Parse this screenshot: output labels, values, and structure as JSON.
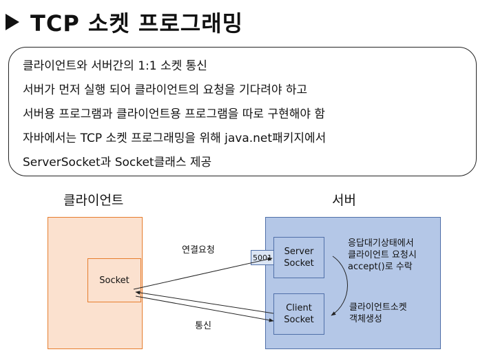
{
  "title": "TCP 소켓 프로그래밍",
  "summary": [
    "클라이언트와 서버간의 1:1 소켓 통신",
    "서버가 먼저 실행 되어 클라이언트의 요청을 기다려야 하고",
    "서버용 프로그램과 클라이언트용 프로그램을 따로 구현해야 함",
    "자바에서는 TCP 소켓 프로그래밍을 위해 java.net패키지에서",
    "ServerSocket과 Socket클래스 제공"
  ],
  "diagram": {
    "client_label": "클라이언트",
    "server_label": "서버",
    "client_socket": "Socket",
    "server_socket": [
      "Server",
      "Socket"
    ],
    "client_socket_server_side": [
      "Client",
      "Socket"
    ],
    "port": "5001",
    "request_label": "연결요청",
    "comm_label": "통신",
    "accept_note": [
      "응답대기상태에서",
      "클라이언트 요청시",
      "accept()로 수락"
    ],
    "create_note": [
      "클라이언트소켓",
      "객체생성"
    ],
    "colors": {
      "client_fill": "#fbe1cf",
      "client_border": "#e67c2c",
      "server_fill": "#b4c7e7",
      "server_border": "#4f6fa8"
    }
  }
}
